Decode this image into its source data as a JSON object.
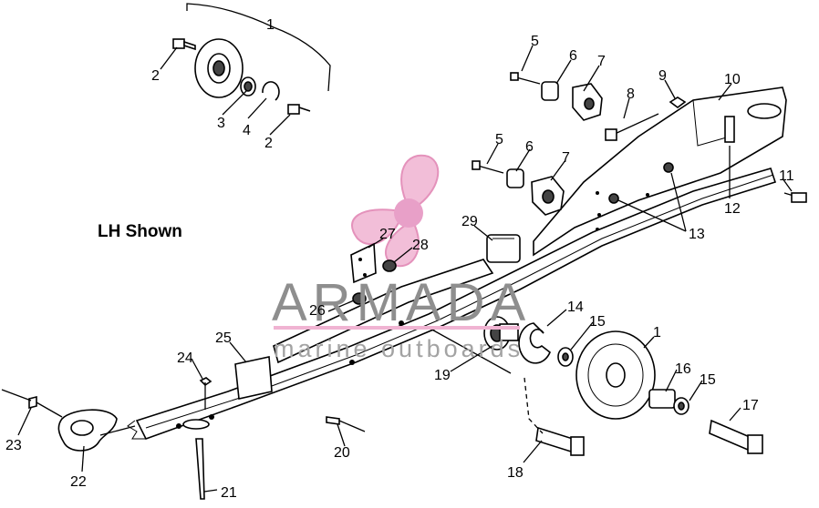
{
  "diagram": {
    "heading": "LH Shown",
    "watermark": {
      "brand": "ARMADA",
      "tagline": "marine outboards"
    },
    "callouts": [
      "1",
      "2",
      "3",
      "4",
      "2",
      "5",
      "6",
      "7",
      "8",
      "9",
      "10",
      "11",
      "12",
      "5",
      "6",
      "7",
      "13",
      "29",
      "27",
      "28",
      "26",
      "14",
      "15",
      "1",
      "19",
      "16",
      "15",
      "17",
      "18",
      "24",
      "25",
      "23",
      "22",
      "20",
      "21"
    ]
  }
}
